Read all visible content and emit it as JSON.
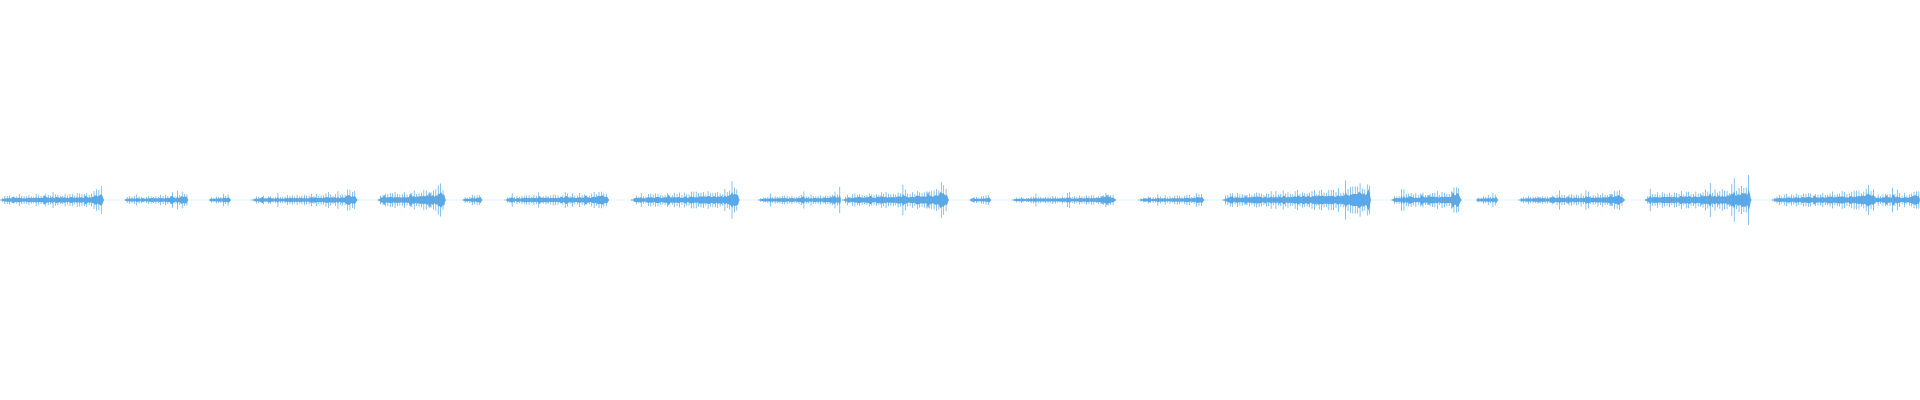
{
  "waveform": {
    "color": "#5aa9e6",
    "background": "#ffffff",
    "segments": [
      {
        "start": 0.0,
        "end": 0.054,
        "peak": 0.45
      },
      {
        "start": 0.065,
        "end": 0.098,
        "peak": 0.35
      },
      {
        "start": 0.109,
        "end": 0.12,
        "peak": 0.3
      },
      {
        "start": 0.131,
        "end": 0.186,
        "peak": 0.4
      },
      {
        "start": 0.197,
        "end": 0.232,
        "peak": 0.65
      },
      {
        "start": 0.241,
        "end": 0.251,
        "peak": 0.3
      },
      {
        "start": 0.263,
        "end": 0.317,
        "peak": 0.42
      },
      {
        "start": 0.329,
        "end": 0.385,
        "peak": 0.55
      },
      {
        "start": 0.395,
        "end": 0.438,
        "peak": 0.35
      },
      {
        "start": 0.439,
        "end": 0.494,
        "peak": 0.6
      },
      {
        "start": 0.505,
        "end": 0.516,
        "peak": 0.28
      },
      {
        "start": 0.527,
        "end": 0.581,
        "peak": 0.3
      },
      {
        "start": 0.593,
        "end": 0.627,
        "peak": 0.3
      },
      {
        "start": 0.637,
        "end": 0.714,
        "peak": 0.68
      },
      {
        "start": 0.725,
        "end": 0.761,
        "peak": 0.55
      },
      {
        "start": 0.769,
        "end": 0.78,
        "peak": 0.28
      },
      {
        "start": 0.791,
        "end": 0.846,
        "peak": 0.4
      },
      {
        "start": 0.857,
        "end": 0.912,
        "peak": 0.7
      },
      {
        "start": 0.923,
        "end": 0.977,
        "peak": 0.55
      },
      {
        "start": 0.967,
        "end": 1.0,
        "peak": 0.45
      }
    ]
  }
}
